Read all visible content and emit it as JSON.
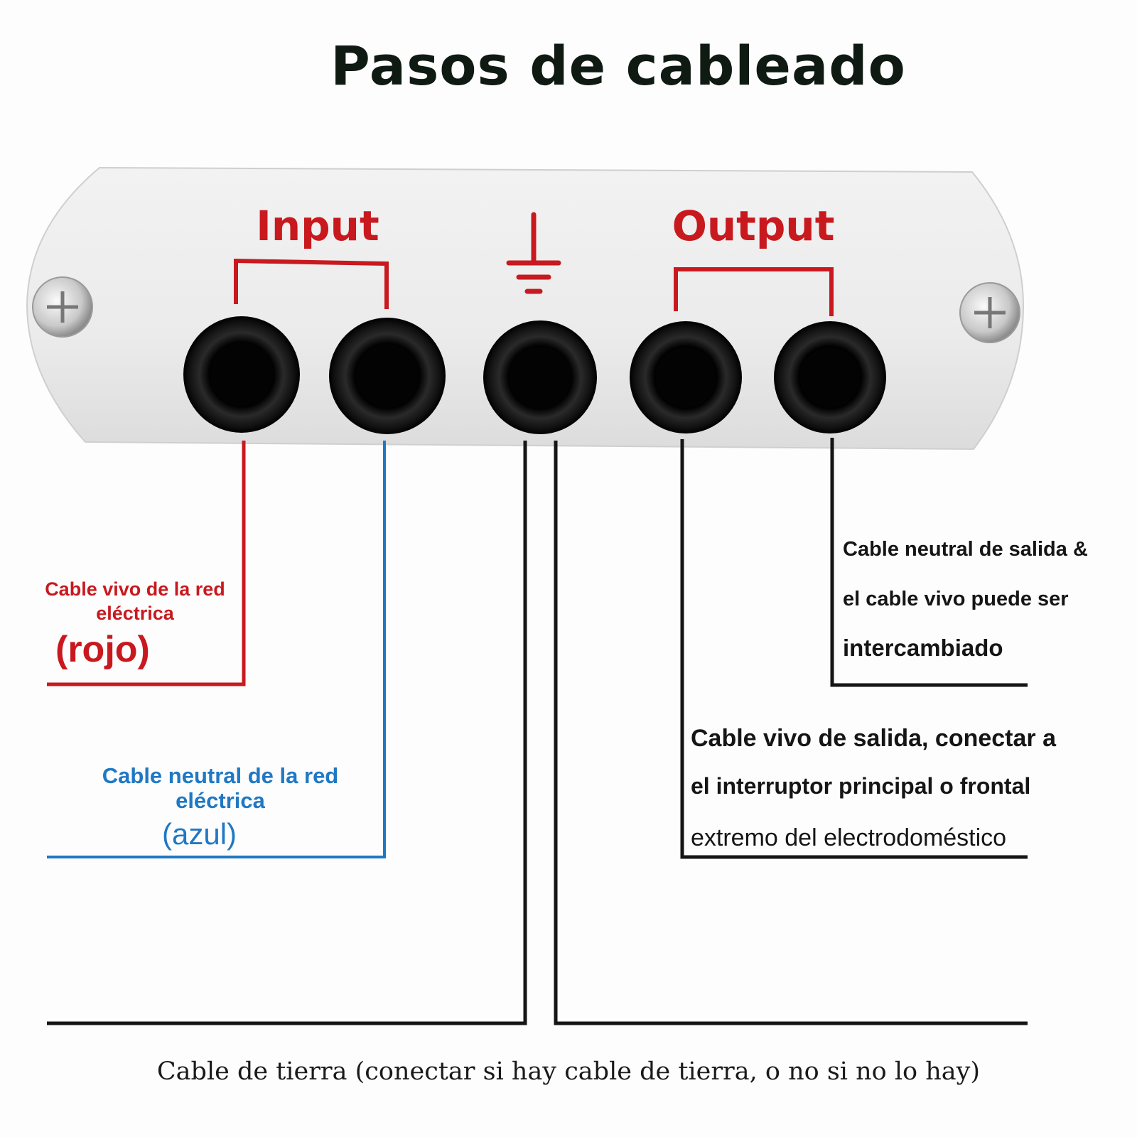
{
  "title": "Pasos de cableado",
  "panel": {
    "input_label": "Input",
    "output_label": "Output",
    "ground_symbol": "ground-icon"
  },
  "labels": {
    "live_in_line1": "Cable vivo de la red",
    "live_in_line2": "eléctrica",
    "live_in_color": "(rojo)",
    "neutral_in_line1": "Cable neutral de la red",
    "neutral_in_line2": "eléctrica",
    "neutral_in_color": "(azul)",
    "neutral_out_line1": "Cable neutral de salida &",
    "neutral_out_line2": "el cable vivo puede ser",
    "neutral_out_line3": "intercambiado",
    "live_out_line1": "Cable vivo de salida, conectar a",
    "live_out_line2": "el interruptor principal o frontal",
    "live_out_line3": "extremo del electrodoméstico",
    "ground_note": "Cable de tierra (conectar si hay cable de tierra, o no si no lo hay)"
  },
  "colors": {
    "live": "#c8191f",
    "neutral": "#1f78c4",
    "wire_black": "#151515",
    "panel": "#ebebeb"
  }
}
